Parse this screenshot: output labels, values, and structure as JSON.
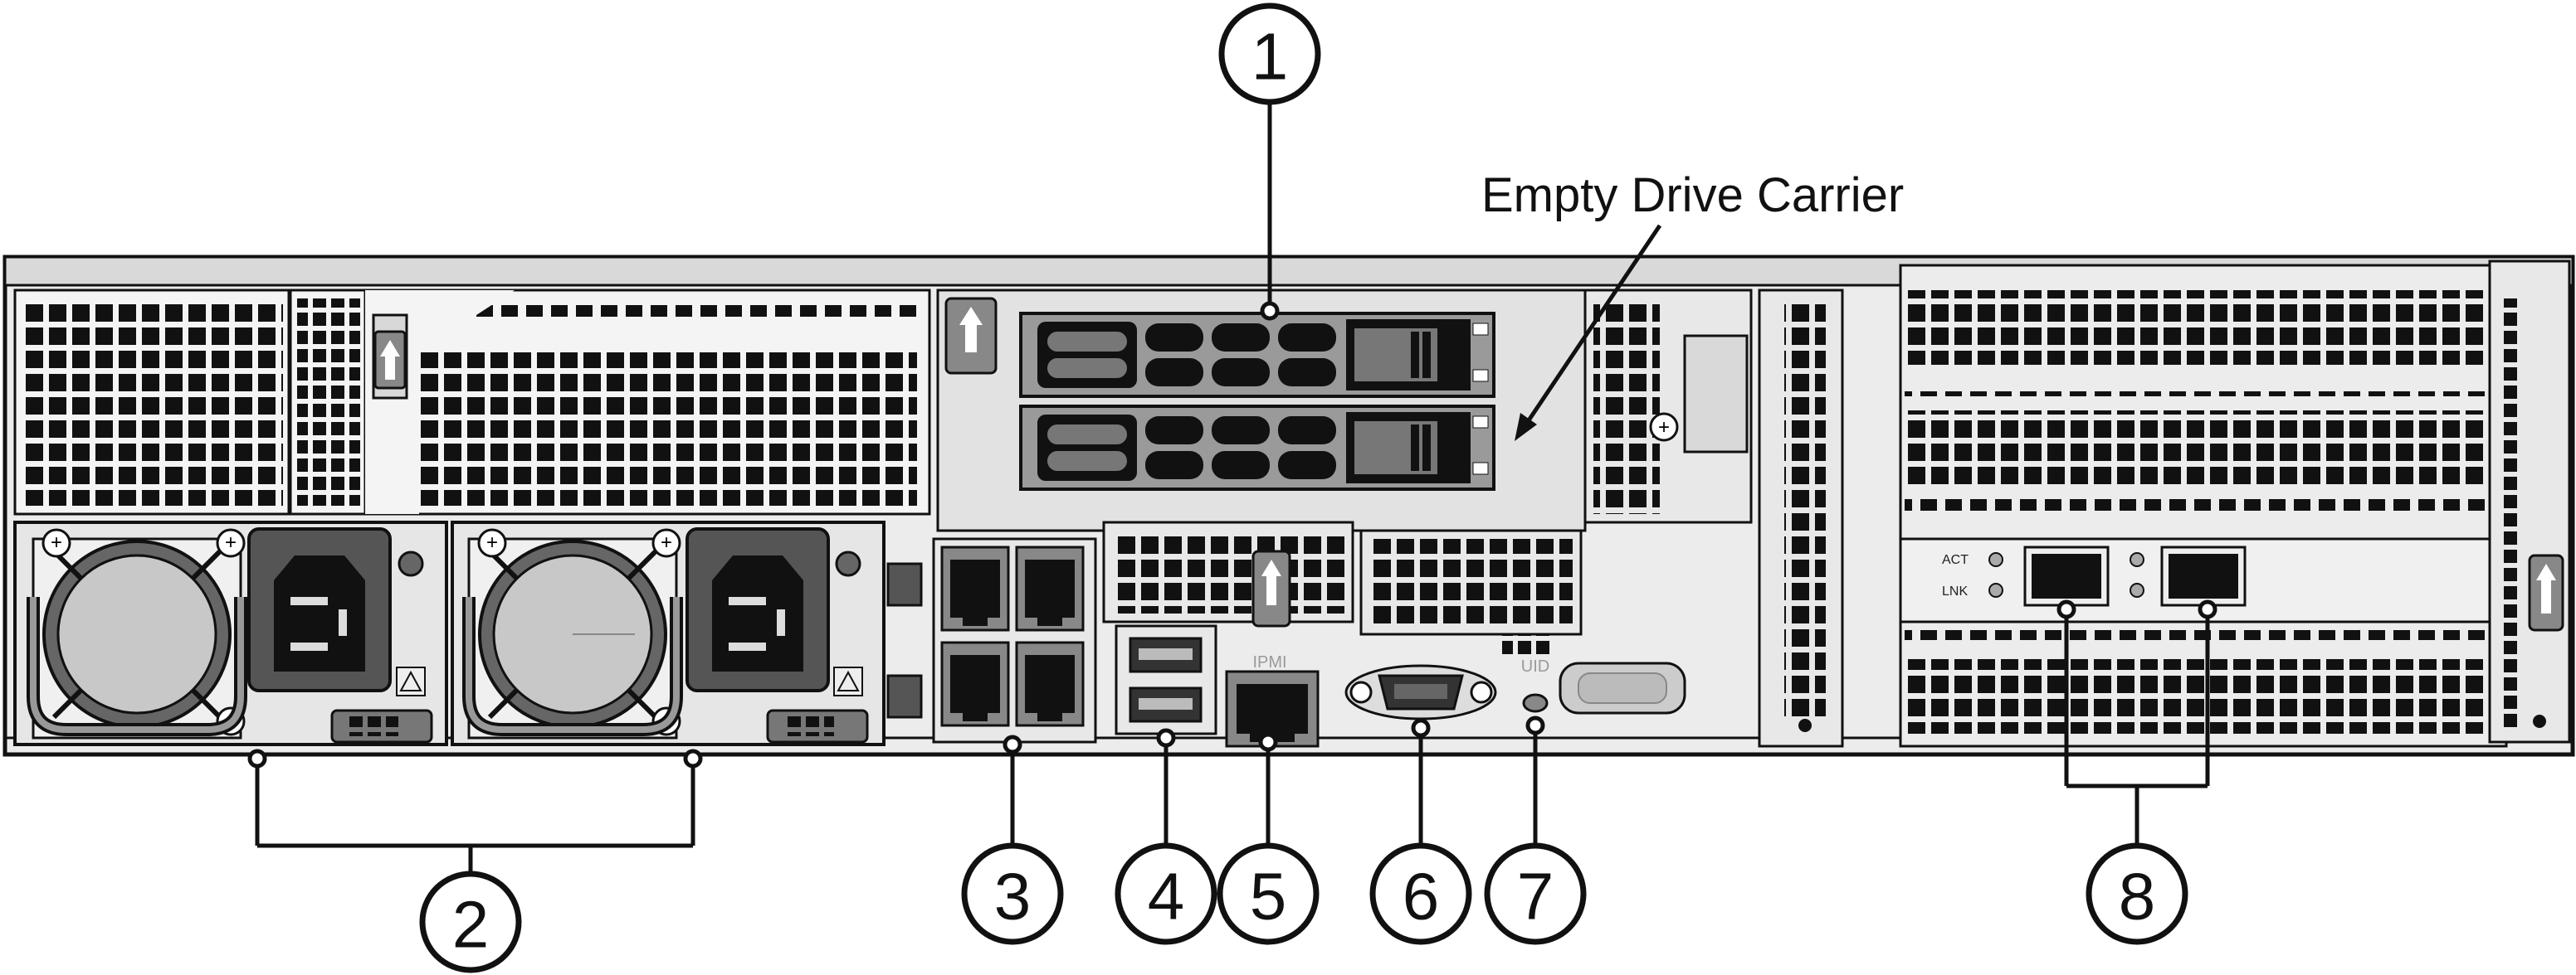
{
  "callouts": [
    {
      "id": "1",
      "label": "1"
    },
    {
      "id": "2",
      "label": "2"
    },
    {
      "id": "3",
      "label": "3"
    },
    {
      "id": "4",
      "label": "4"
    },
    {
      "id": "5",
      "label": "5"
    },
    {
      "id": "6",
      "label": "6"
    },
    {
      "id": "7",
      "label": "7"
    },
    {
      "id": "8",
      "label": "8"
    }
  ],
  "annotation": {
    "text": "Empty Drive Carrier"
  },
  "panel_labels": {
    "ipmi": "IPMI",
    "uid": "UID",
    "act": "ACT",
    "lnk": "LNK"
  }
}
